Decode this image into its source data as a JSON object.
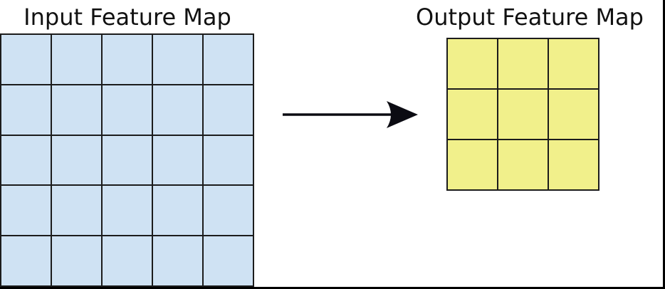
{
  "figure": {
    "background_color": "#ffffff",
    "frame_color": "#000000"
  },
  "input_map": {
    "title": "Input Feature Map",
    "rows": 5,
    "cols": 5,
    "cell_color": "#cfe2f3",
    "grid_line_color": "#1c1c1c"
  },
  "output_map": {
    "title": "Output Feature Map",
    "rows": 3,
    "cols": 3,
    "cell_color": "#f1f08b",
    "grid_line_color": "#1c1c1c"
  },
  "arrow": {
    "color": "#0b0b12",
    "direction": "right"
  }
}
